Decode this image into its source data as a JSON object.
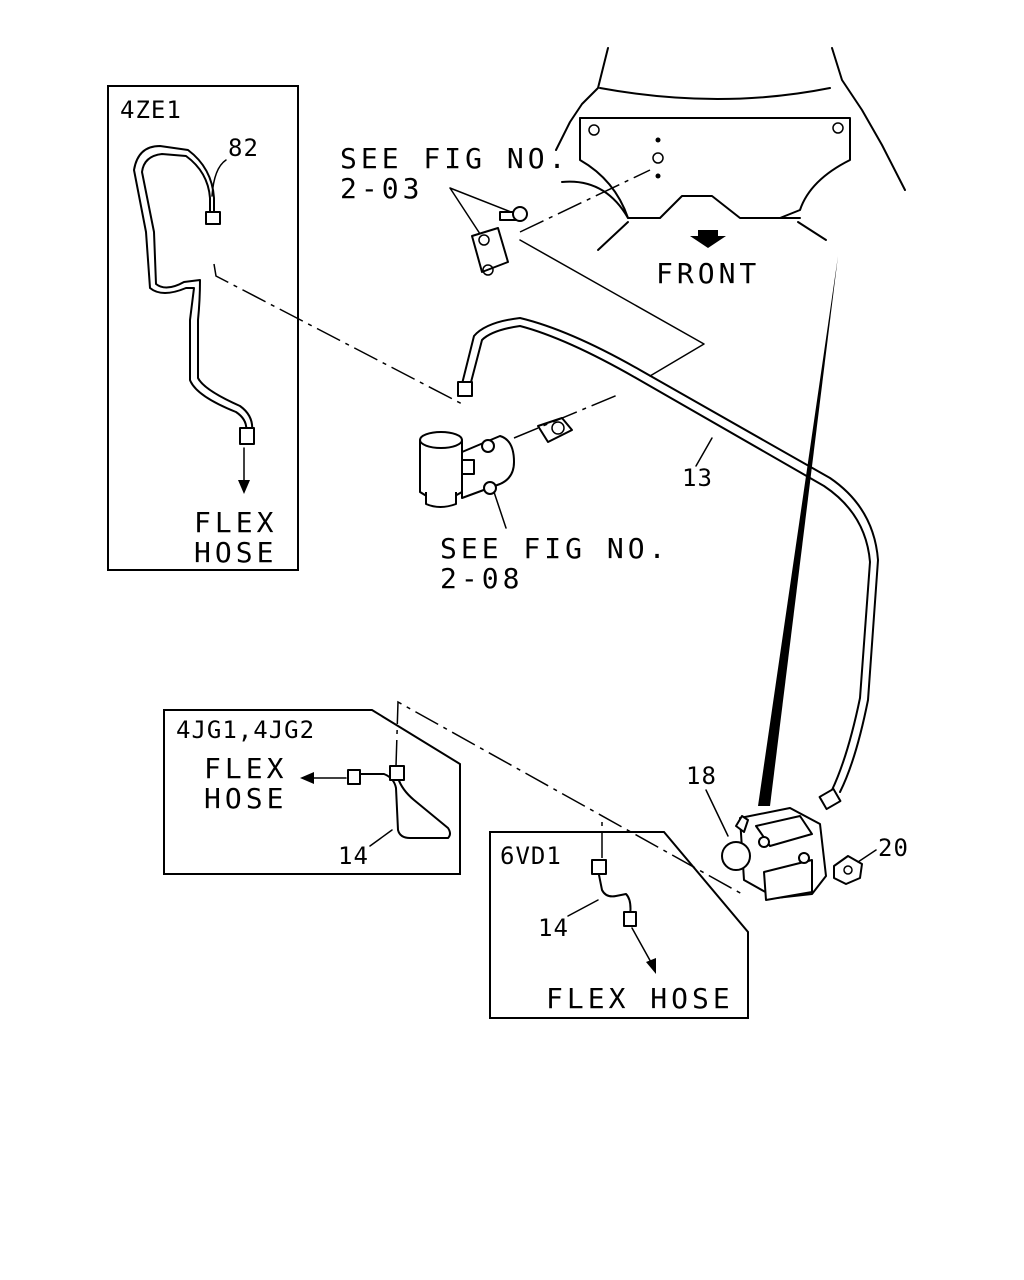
{
  "boxes": {
    "engine_4ze1": {
      "label": "4ZE1",
      "flex_hose_line1": "FLEX",
      "flex_hose_line2": "HOSE"
    },
    "engine_4jg": {
      "label": "4JG1,4JG2",
      "flex_hose_line1": "FLEX",
      "flex_hose_line2": "HOSE"
    },
    "engine_6vd1": {
      "label": "6VD1",
      "flex_hose": "FLEX HOSE"
    }
  },
  "references": {
    "fig_203_line1": "SEE FIG NO.",
    "fig_203_line2": "2-03",
    "fig_208_line1": "SEE FIG NO.",
    "fig_208_line2": "2-08"
  },
  "front_label": "FRONT",
  "callouts": {
    "p82": "82",
    "p13": "13",
    "p18": "18",
    "p20": "20",
    "p14_4jg": "14",
    "p14_6vd1": "14"
  }
}
